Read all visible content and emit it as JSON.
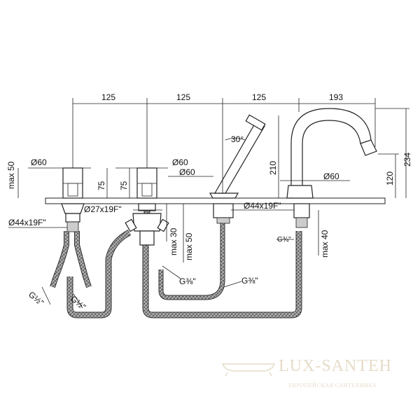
{
  "dimensions": {
    "top_spacing_1": "125",
    "top_spacing_2": "125",
    "top_spacing_3": "125",
    "top_spacing_4": "193",
    "max50_left": "max 50",
    "dia60_1": "Ø60",
    "dia60_2": "Ø60",
    "dia60_3": "Ø60",
    "dia60_4": "Ø60",
    "h75_1": "75",
    "h75_2": "75",
    "angle30": "30°",
    "h210": "210",
    "h234": "234",
    "h120": "120",
    "thread_27": "Ø27x19F\"",
    "thread_44_mid": "Ø44x19F\"",
    "thread_44_left": "Ø44x19F\"",
    "max30": "max 30",
    "max50_mid": "max 50",
    "max40": "max 40",
    "g34": "G¾\"",
    "g38_a": "G⅜\"",
    "g38_b": "G⅜\"",
    "g12_a": "G½\"",
    "g12_b": "G½\""
  },
  "watermark": {
    "brand": "LUX-SANTEH",
    "tagline": "ЕВРОПЕЙСКАЯ САНТЕХНИКА"
  }
}
